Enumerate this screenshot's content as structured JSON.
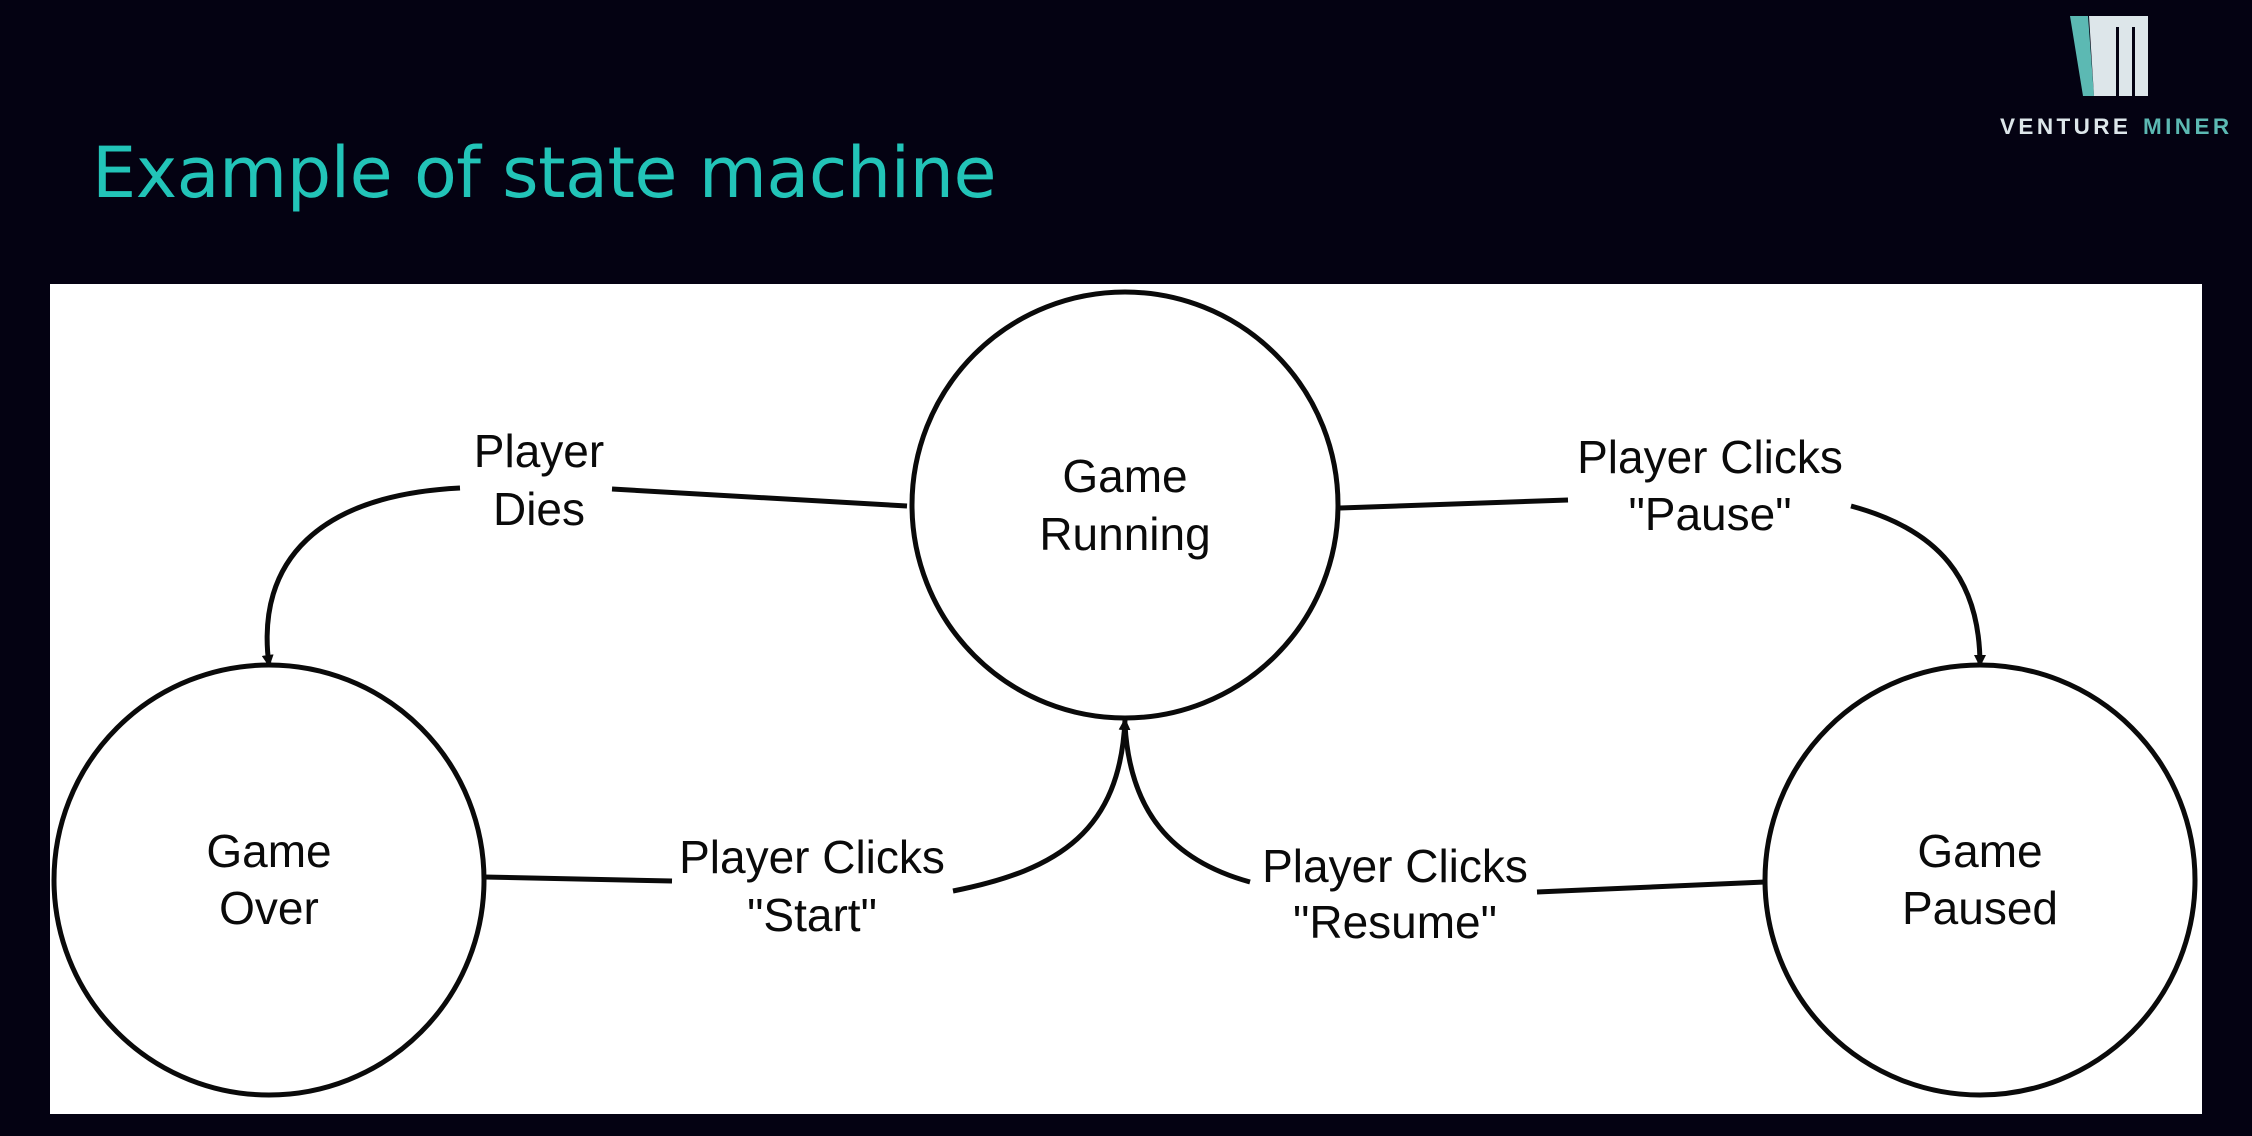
{
  "slide": {
    "title": "Example of state machine"
  },
  "logo": {
    "word1": "VENTURE",
    "word2": "MINER",
    "colors": {
      "teal": "#5cb9b3",
      "light": "#dde6ea"
    }
  },
  "diagram": {
    "states": {
      "running": {
        "line1": "Game",
        "line2": "Running"
      },
      "over": {
        "line1": "Game",
        "line2": "Over"
      },
      "paused": {
        "line1": "Game",
        "line2": "Paused"
      }
    },
    "transitions": {
      "dies": {
        "line1": "Player",
        "line2": "Dies"
      },
      "pause": {
        "line1": "Player Clicks",
        "line2": "\"Pause\""
      },
      "start": {
        "line1": "Player Clicks",
        "line2": "\"Start\""
      },
      "resume": {
        "line1": "Player Clicks",
        "line2": "\"Resume\""
      }
    }
  },
  "colors": {
    "background": "#040212",
    "title": "#22c4b8",
    "panel": "#ffffff",
    "ink": "#0a0a0a"
  }
}
